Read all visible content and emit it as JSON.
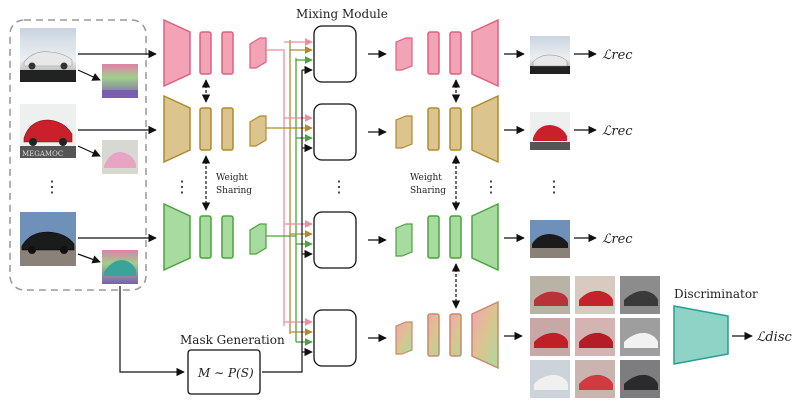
{
  "labels": {
    "mixing_module": "Mixing Module",
    "mask_generation": "Mask Generation",
    "mask_formula": "M ∼ P(S)",
    "weight": "Weight",
    "sharing": "Sharing",
    "discriminator": "Discriminator",
    "loss_rec": "ℒrec",
    "loss_disc": "ℒdisc",
    "ellipsis_h": "⋯",
    "ellipsis_v": "⋮"
  },
  "watermark": "MEGAMOC",
  "colors": {
    "pink": "#f3a3b6",
    "pink_stroke": "#e0607e",
    "olive": "#dcc48f",
    "olive_stroke": "#b08a2e",
    "green": "#a8dba0",
    "green_stroke": "#4aa33d",
    "teal": "#8fd3c7",
    "teal_stroke": "#2a9d8f",
    "line": "#111111",
    "dashed_box": "#999999"
  }
}
